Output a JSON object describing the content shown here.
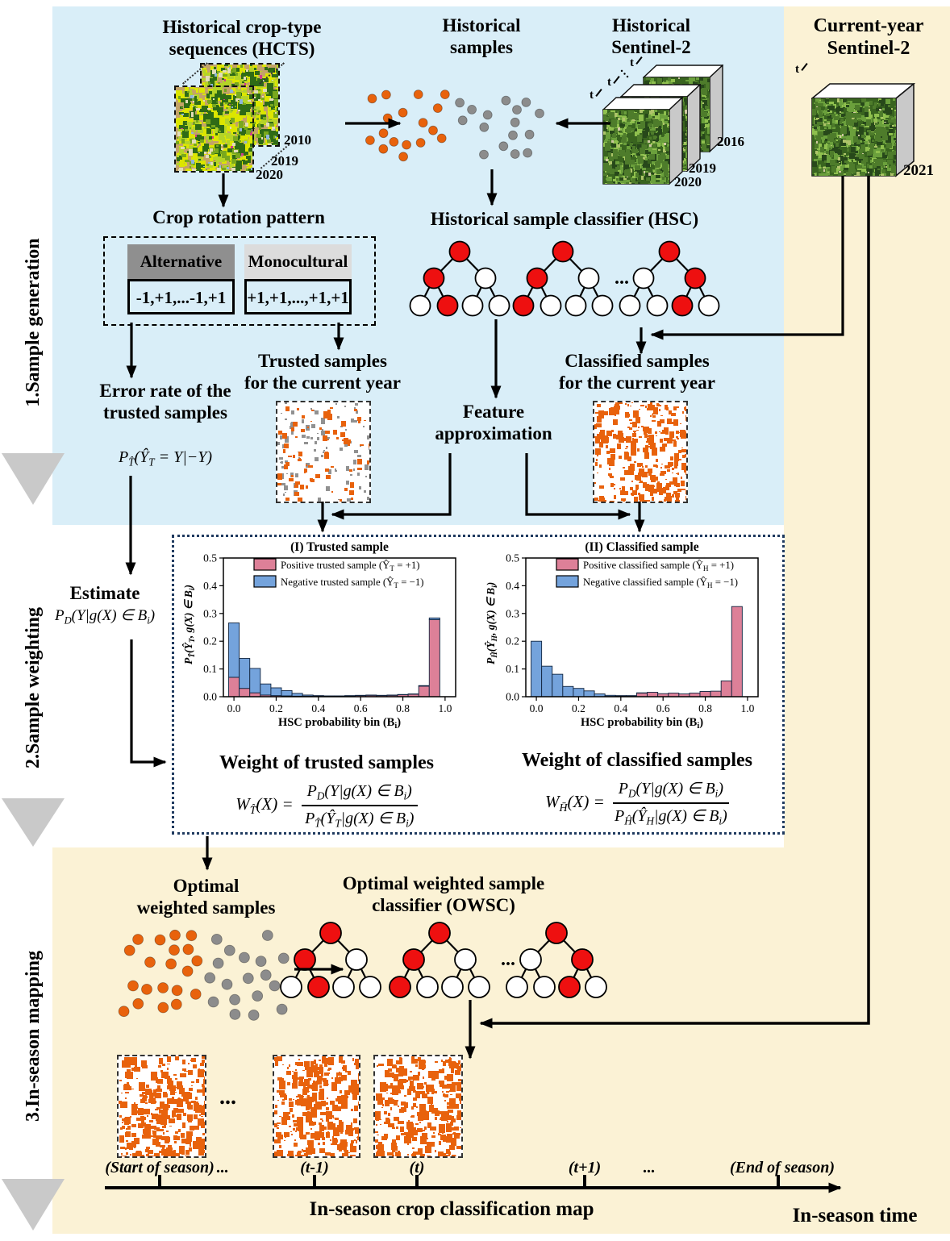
{
  "colors": {
    "section1_bg": "#d9eef8",
    "cream_bg": "#fbf2d5",
    "step_arrow_gray": "#c9c9c9",
    "orange": "#e8620c",
    "gray_dot": "#8c8c8c",
    "tree_red": "#ee1010",
    "hist_pink": "#dd8098",
    "hist_blue": "#74a3dc",
    "alt_header_bg": "#8f8f8f",
    "mono_header_bg": "#dcdcdc",
    "dotted_box_border": "#1f3a5f"
  },
  "steps": [
    "1.Sample generation",
    "2.Sample weighting",
    "3.In-season mapping"
  ],
  "gen": {
    "hcts_title": [
      "Historical crop-type",
      "sequences (HCTS)"
    ],
    "hcts_years": [
      "2010",
      "2019",
      "2020"
    ],
    "samples_title": [
      "Historical",
      "samples"
    ],
    "hist_s2_title": [
      "Historical",
      "Sentinel-2"
    ],
    "hist_s2_years": [
      "2016",
      "2019",
      "2020"
    ],
    "cur_s2_title": [
      "Current-year",
      "Sentinel-2"
    ],
    "cur_s2_year": "2021",
    "t_label": "t",
    "stack_ellipsis": "···",
    "crop_rotation_title": "Crop rotation pattern",
    "alternative_label": "Alternative",
    "alternative_value": "-1,+1,...-1,+1",
    "monocultural_label": "Monocultural",
    "monocultural_value": "+1,+1,...,+1,+1",
    "hsc_title": "Historical sample classifier (HSC)",
    "trees_ellipsis": "...",
    "trusted_title": [
      "Trusted samples",
      "for the current year"
    ],
    "classified_title": [
      "Classified samples",
      "for the current year"
    ],
    "feature_title": [
      "Feature",
      "approximation"
    ],
    "error_title": [
      "Error rate of the",
      "trusted samples"
    ],
    "error_formula": [
      "P",
      "_T̂",
      "(Ŷ",
      "_T",
      " = Y|−Y)"
    ]
  },
  "weighting": {
    "estimate_label": "Estimate",
    "estimate_formula": [
      "P",
      "_D",
      "(Y|g(X) ∈ B",
      "_i",
      ")"
    ],
    "trusted_weight_title": "Weight of trusted samples",
    "classified_weight_title": "Weight of classified samples",
    "trusted_weight": {
      "lhs": [
        "W",
        "_T̂",
        "(X) ="
      ],
      "num": [
        "P",
        "_D",
        "(Y|g(X) ∈ B",
        "_i",
        ")"
      ],
      "den": [
        "P",
        "_T̂",
        "(Ŷ",
        "_T",
        "|g(X) ∈ B",
        "_i",
        ")"
      ]
    },
    "classified_weight": {
      "lhs": [
        "W",
        "_H̄",
        "(X) ="
      ],
      "num": [
        "P",
        "_D",
        "(Y|g(X) ∈ B",
        "_i",
        ")"
      ],
      "den": [
        "P",
        "_Ĥ",
        "(Ŷ",
        "_H",
        "|g(X) ∈ B",
        "_i",
        ")"
      ]
    }
  },
  "chart_data": [
    {
      "type": "bar",
      "stacked": true,
      "title": "(I) Trusted sample",
      "xlabel": [
        "HSC probability bin (B",
        "_i",
        ")"
      ],
      "ylabel": [
        "P",
        "_T̂",
        "(Ŷ",
        "_T",
        ", g(X) ∈ B",
        "_i",
        ")"
      ],
      "xlim": [
        -0.05,
        1.05
      ],
      "ylim": [
        0,
        0.5
      ],
      "xticks": [
        0.0,
        0.2,
        0.4,
        0.6,
        0.8,
        1.0
      ],
      "yticks": [
        0.0,
        0.1,
        0.2,
        0.3,
        0.4,
        0.5
      ],
      "bin_width": 0.05,
      "x": [
        0,
        0.05,
        0.1,
        0.15,
        0.2,
        0.25,
        0.3,
        0.35,
        0.4,
        0.45,
        0.5,
        0.55,
        0.6,
        0.65,
        0.7,
        0.75,
        0.8,
        0.85,
        0.9,
        0.95
      ],
      "series": [
        {
          "name": [
            "Positive trusted sample (Ŷ",
            "_T",
            " = +1)"
          ],
          "color": "#dd8098",
          "values": [
            0.07,
            0.03,
            0.014,
            0.006,
            0.004,
            0.003,
            0.002,
            0.002,
            0.002,
            0.002,
            0.002,
            0.003,
            0.004,
            0.005,
            0.004,
            0.005,
            0.007,
            0.009,
            0.038,
            0.278
          ]
        },
        {
          "name": [
            "Negative trusted sample (Ŷ",
            "_T",
            " = −1)"
          ],
          "color": "#74a3dc",
          "values": [
            0.196,
            0.108,
            0.088,
            0.04,
            0.028,
            0.019,
            0.01,
            0.004,
            0.002,
            0.001,
            0.001,
            0.001,
            0.001,
            0.001,
            0.001,
            0.001,
            0.001,
            0.001,
            0.002,
            0.006
          ]
        }
      ],
      "legend_position": "upper center",
      "grid": false
    },
    {
      "type": "bar",
      "stacked": true,
      "title": "(II) Classified sample",
      "xlabel": [
        "HSC probability bin (B",
        "_i",
        ")"
      ],
      "ylabel": [
        "P",
        "_Ĥ",
        "(Ŷ",
        "_H",
        ", g(X) ∈ B",
        "_i",
        ")"
      ],
      "xlim": [
        -0.05,
        1.05
      ],
      "ylim": [
        0,
        0.5
      ],
      "xticks": [
        0.0,
        0.2,
        0.4,
        0.6,
        0.8,
        1.0
      ],
      "yticks": [
        0.0,
        0.1,
        0.2,
        0.3,
        0.4,
        0.5
      ],
      "bin_width": 0.05,
      "x": [
        0,
        0.05,
        0.1,
        0.15,
        0.2,
        0.25,
        0.3,
        0.35,
        0.4,
        0.45,
        0.5,
        0.55,
        0.6,
        0.65,
        0.7,
        0.75,
        0.8,
        0.85,
        0.9,
        0.95
      ],
      "series": [
        {
          "name": [
            "Positive classified sample (Ŷ",
            "_H",
            " = +1)"
          ],
          "color": "#dd8098",
          "values": [
            0,
            0,
            0,
            0,
            0,
            0,
            0,
            0.001,
            0.002,
            0.003,
            0.013,
            0.016,
            0.011,
            0.013,
            0.01,
            0.013,
            0.019,
            0.02,
            0.057,
            0.325
          ]
        },
        {
          "name": [
            "Negative classified sample (Ŷ",
            "_H",
            " = −1)"
          ],
          "color": "#74a3dc",
          "values": [
            0.2,
            0.11,
            0.081,
            0.037,
            0.03,
            0.021,
            0.01,
            0.004,
            0.002,
            0.001,
            0.001,
            0,
            0,
            0,
            0,
            0,
            0,
            0,
            0,
            0
          ]
        }
      ],
      "legend_position": "upper center",
      "grid": false
    }
  ],
  "mapping": {
    "optimal_samples_title": [
      "Optimal",
      "weighted samples"
    ],
    "owsc_title": [
      "Optimal weighted sample",
      "classifier (OWSC)"
    ],
    "trees_ellipsis": "...",
    "maps_ellipsis": "...",
    "map_labels": [
      "(Start of season)",
      "(t-1)",
      "(t)",
      "(t+1)",
      "(End of season)"
    ],
    "timeline_ellipsis_1": "...",
    "timeline_ellipsis_2": "...",
    "axis_caption": "In-season crop classification map",
    "axis_right_label": "In-season time"
  },
  "trees": {
    "hsc": [
      [
        "r",
        "r",
        "w",
        "w",
        "r",
        "w",
        "w"
      ],
      [
        "r",
        "r",
        "w",
        "r",
        "w",
        "w",
        "w"
      ],
      [
        "r",
        "w",
        "r",
        "w",
        "w",
        "r",
        "w"
      ]
    ],
    "owsc": [
      [
        "r",
        "r",
        "w",
        "w",
        "r",
        "w",
        "w"
      ],
      [
        "r",
        "r",
        "w",
        "r",
        "w",
        "w",
        "w"
      ],
      [
        "r",
        "w",
        "r",
        "w",
        "w",
        "r",
        "w"
      ]
    ]
  }
}
